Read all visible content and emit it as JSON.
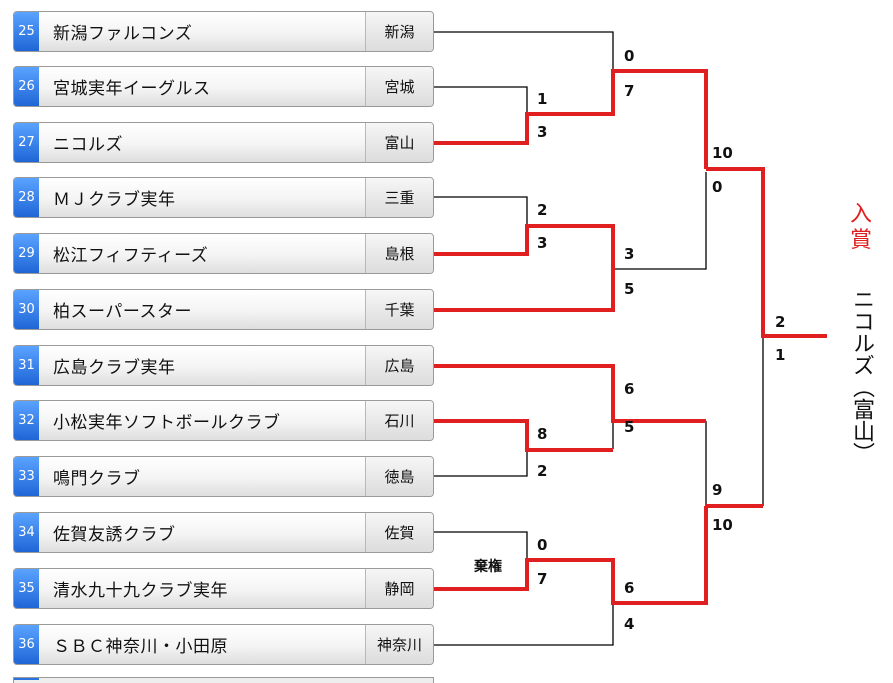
{
  "teams": [
    {
      "seed": "25",
      "name": "新潟ファルコンズ",
      "pref": "新潟"
    },
    {
      "seed": "26",
      "name": "宮城実年イーグルス",
      "pref": "宮城"
    },
    {
      "seed": "27",
      "name": "ニコルズ",
      "pref": "富山"
    },
    {
      "seed": "28",
      "name": "ＭＪクラブ実年",
      "pref": "三重"
    },
    {
      "seed": "29",
      "name": "松江フィフティーズ",
      "pref": "島根"
    },
    {
      "seed": "30",
      "name": "柏スーパースター",
      "pref": "千葉"
    },
    {
      "seed": "31",
      "name": "広島クラブ実年",
      "pref": "広島"
    },
    {
      "seed": "32",
      "name": "小松実年ソフトボールクラブ",
      "pref": "石川"
    },
    {
      "seed": "33",
      "name": "鳴門クラブ",
      "pref": "徳島"
    },
    {
      "seed": "34",
      "name": "佐賀友誘クラブ",
      "pref": "佐賀"
    },
    {
      "seed": "35",
      "name": "清水九十九クラブ実年",
      "pref": "静岡"
    },
    {
      "seed": "36",
      "name": "ＳＢＣ神奈川・小田原",
      "pref": "神奈川"
    }
  ],
  "scores": {
    "r1_26": "1",
    "r1_27": "3",
    "r1_28": "2",
    "r1_29": "3",
    "r1_32": "8",
    "r1_33": "2",
    "r1_34": "0",
    "r1_35": "7",
    "r2_25": "0",
    "r2_2627": "7",
    "r2_2829": "3",
    "r2_30": "5",
    "r2_31": "6",
    "r2_3233": "5",
    "r2_3435": "6",
    "r2_36": "4",
    "r3_a": "10",
    "r3_b": "0",
    "r3_c": "9",
    "r3_d": "10",
    "final_top": "2",
    "final_bottom": "1"
  },
  "notes": {
    "forfeit": "棄権"
  },
  "award": {
    "label": "入賞",
    "winner": "ニコルズ（富山）",
    "color": "#e02020"
  },
  "colors": {
    "winner_line": "#e02020",
    "loser_line": "#000000"
  }
}
